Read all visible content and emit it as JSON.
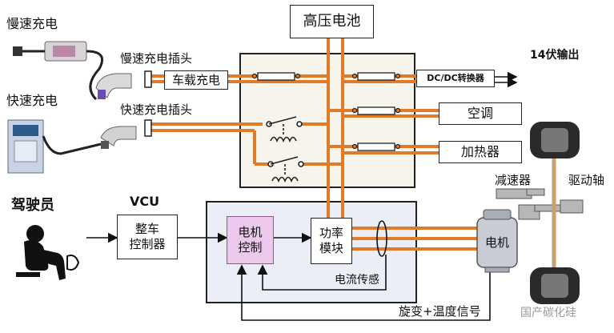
{
  "labels": {
    "slow_charge": "慢速充电",
    "fast_charge": "快速充电",
    "slow_plug": "慢速充电插头",
    "fast_plug": "快速充电插头",
    "driver": "驾驶员",
    "vcu": "VCU",
    "output_14v": "14伏输出",
    "drive_shaft": "驱动轴",
    "reducer": "减速器",
    "current_sense": "电流传感",
    "resolver_temp": "旋变+温度信号"
  },
  "boxes": {
    "hv_battery": "高压电池",
    "onboard_charger": "车载充电",
    "dcdc": "DC/DC转换器",
    "ac": "空调",
    "heater": "加热器",
    "vcu_controller_l1": "整车",
    "vcu_controller_l2": "控制器",
    "motor_ctrl_l1": "电机",
    "motor_ctrl_l2": "控制",
    "power_l1": "功率",
    "power_l2": "模块",
    "motor": "电机"
  },
  "watermark": "国产碳化硅",
  "colors": {
    "hv_wire": "#e07b2a",
    "fuse_fill": "#ffffff",
    "motor_ctrl_fill": "#ecc8ec",
    "inverter_region_fill": "#eceef7",
    "junction_region_fill": "#f7f4ec"
  }
}
